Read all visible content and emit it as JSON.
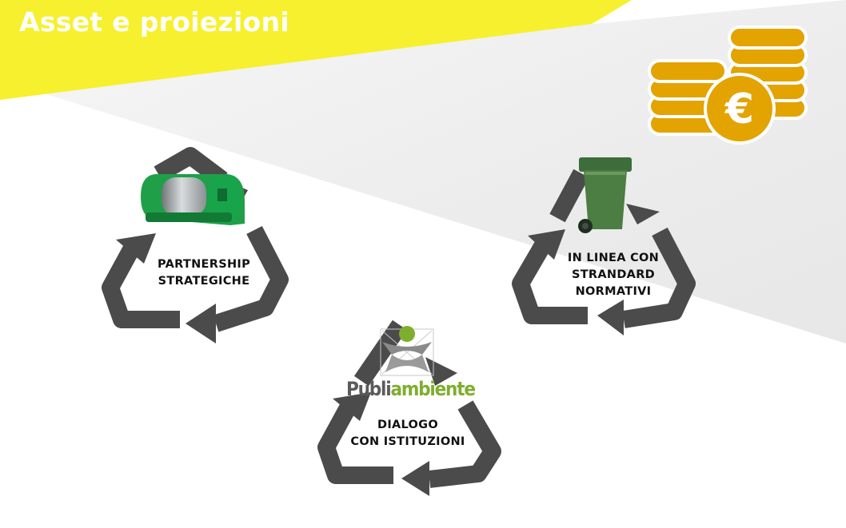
{
  "slide": {
    "title": "Asset e proiezioni",
    "colors": {
      "accent_yellow": "#f6f02e",
      "arrow_gray": "#4d4d4d",
      "coin_gold": "#e3a300"
    }
  },
  "icons": {
    "coins": "euro-coins-icon",
    "bin": "green-wheelie-bin-icon",
    "device": "green-compactor-device-icon"
  },
  "cycles": [
    {
      "id": "partnership",
      "label_lines": [
        "PARTNERSHIP",
        "STRATEGICHE"
      ]
    },
    {
      "id": "standard",
      "label_lines": [
        "IN LINEA CON",
        "STRANDARD",
        "NORMATIVI"
      ]
    },
    {
      "id": "dialogo",
      "label_lines": [
        "DIALOGO",
        "CON ISTITUZIONI"
      ]
    }
  ],
  "logo": {
    "text_part1": "Publi",
    "text_part2": "ambiente"
  }
}
